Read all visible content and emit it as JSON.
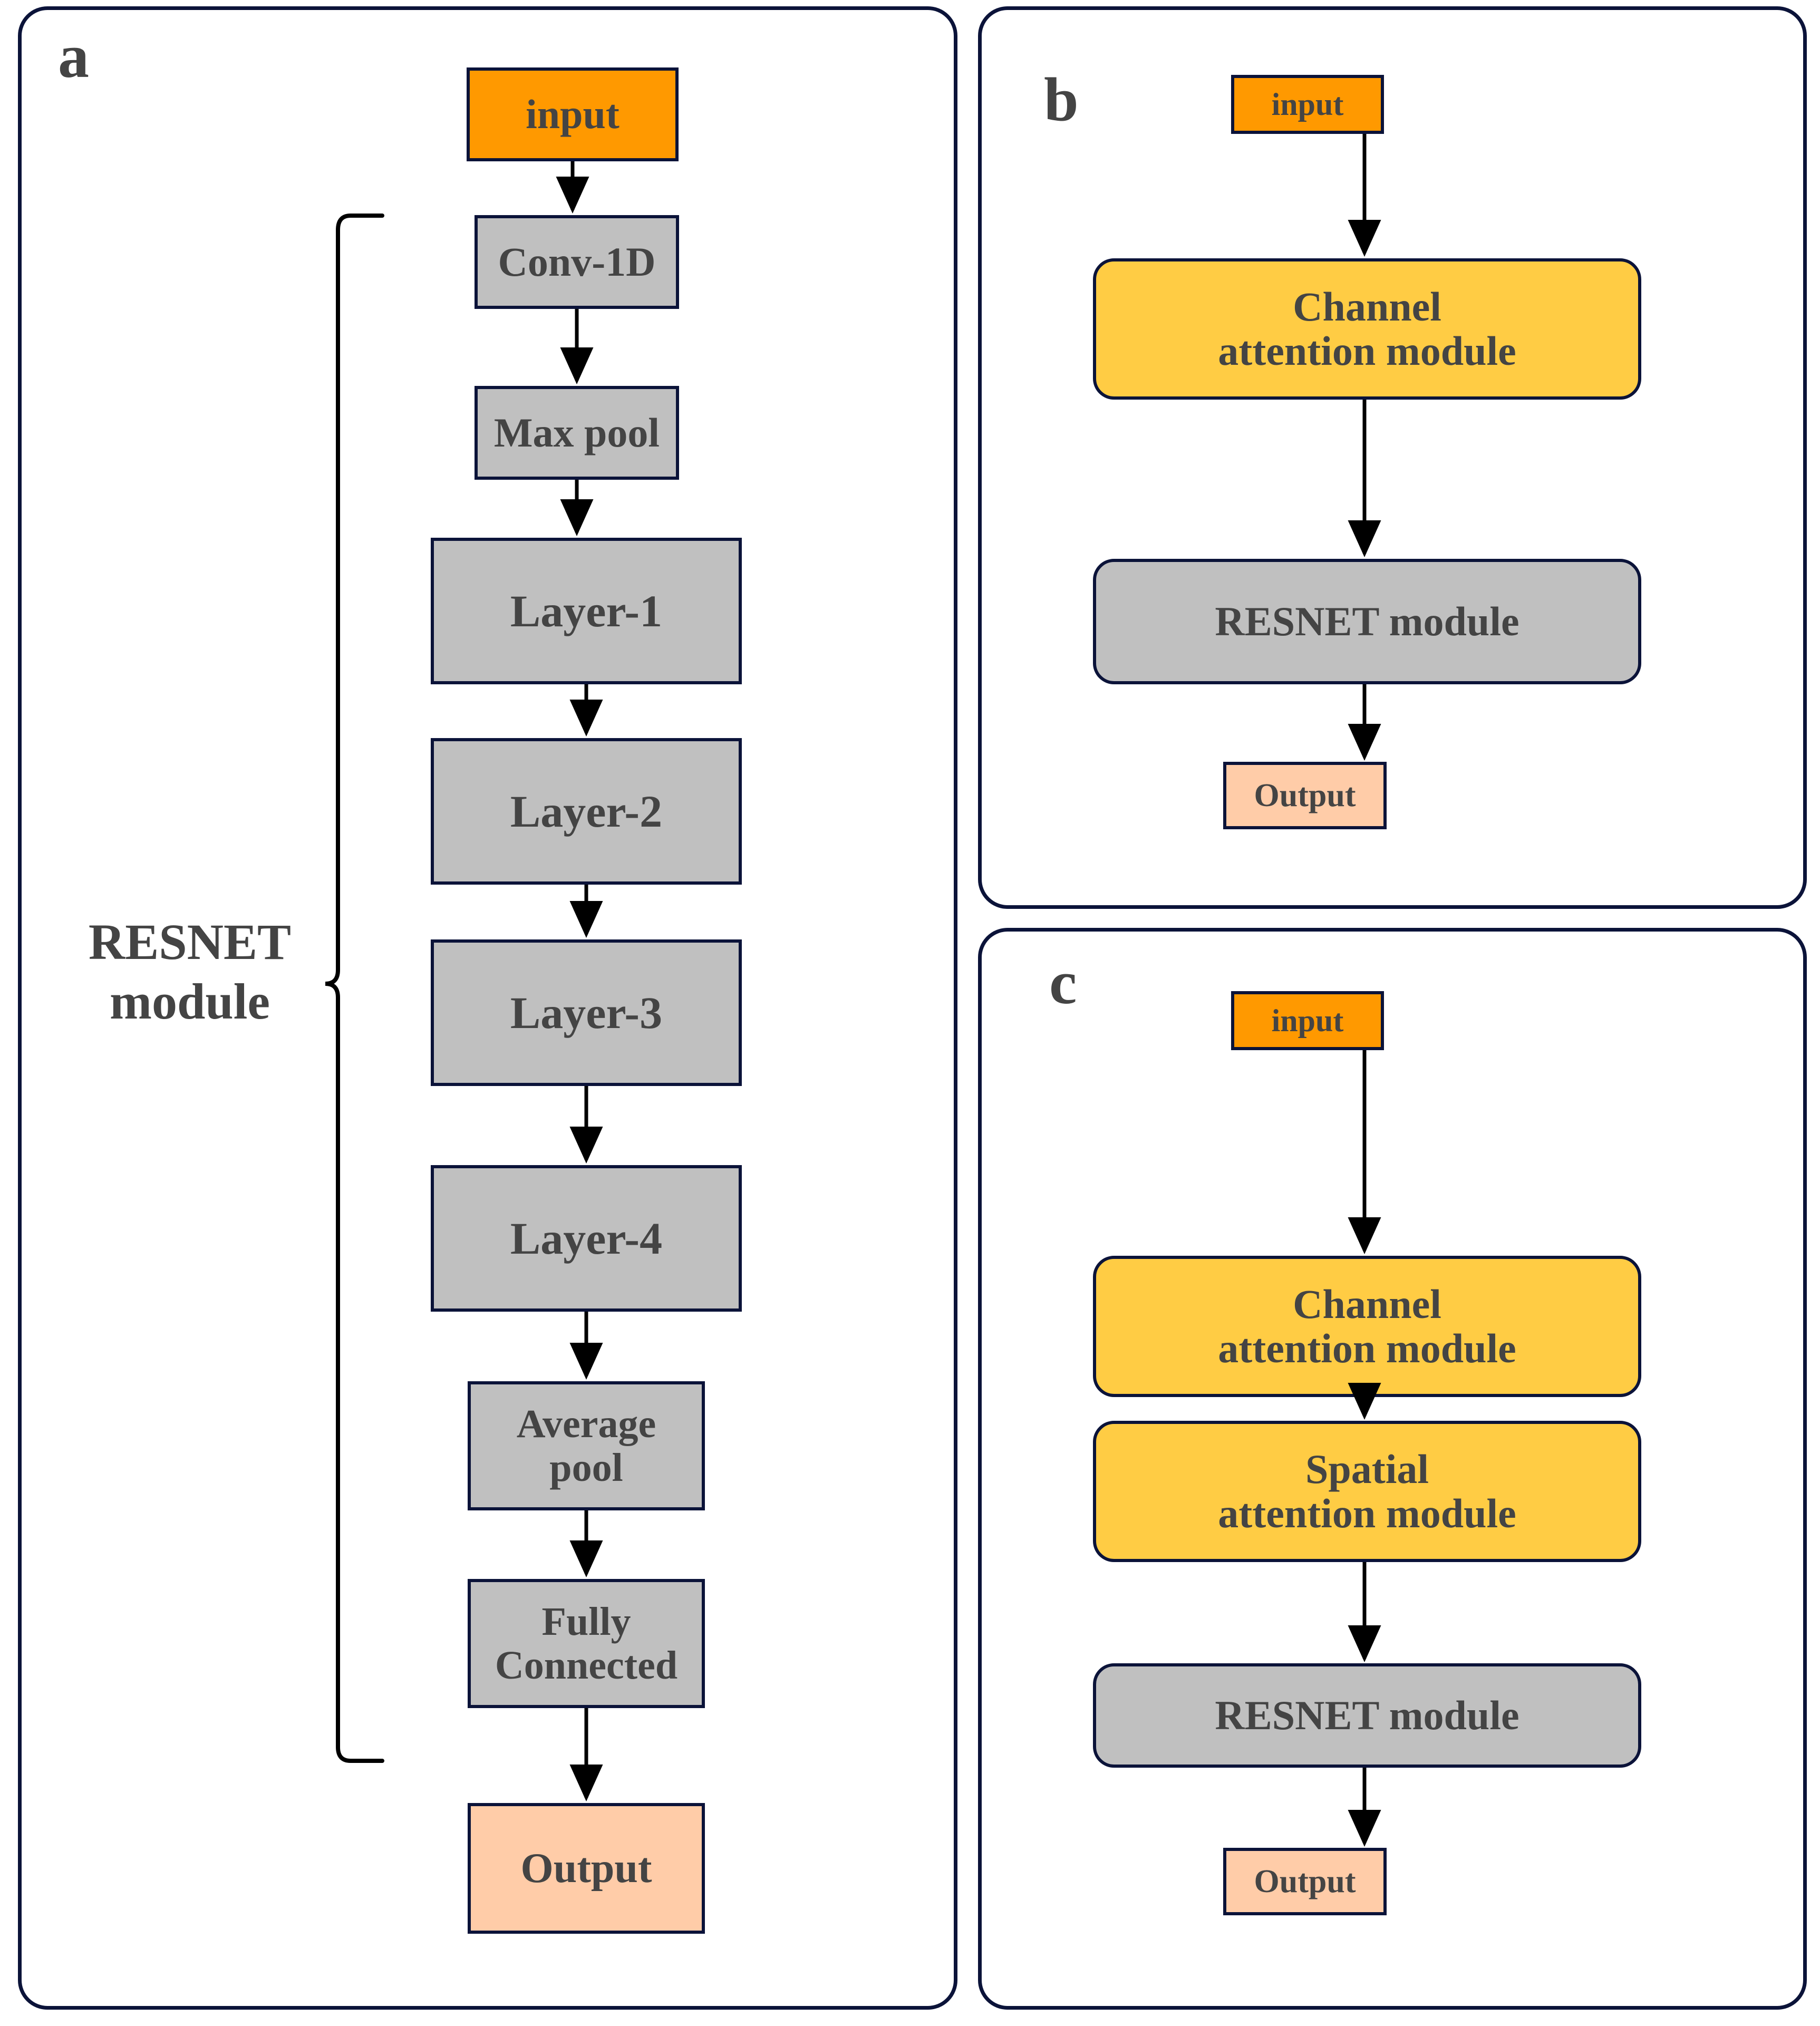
{
  "figure": {
    "type": "flowchart",
    "panels": [
      {
        "letter": "a",
        "name": "resnet-backbone-panel",
        "annotation": {
          "label_line1": "RESNET",
          "label_line2": "module"
        },
        "nodes": [
          {
            "id": "a-input",
            "label": "input",
            "style": "orange"
          },
          {
            "id": "a-conv1d",
            "label": "Conv-1D",
            "style": "gray"
          },
          {
            "id": "a-maxpool",
            "label": "Max pool",
            "style": "gray"
          },
          {
            "id": "a-layer1",
            "label": "Layer-1",
            "style": "gray"
          },
          {
            "id": "a-layer2",
            "label": "Layer-2",
            "style": "gray"
          },
          {
            "id": "a-layer3",
            "label": "Layer-3",
            "style": "gray"
          },
          {
            "id": "a-layer4",
            "label": "Layer-4",
            "style": "gray"
          },
          {
            "id": "a-avgpool",
            "label_line1": "Average",
            "label_line2": "pool",
            "style": "gray"
          },
          {
            "id": "a-fc",
            "label_line1": "Fully",
            "label_line2": "Connected",
            "style": "gray"
          },
          {
            "id": "a-output",
            "label": "Output",
            "style": "peach"
          }
        ],
        "edges": [
          [
            "a-input",
            "a-conv1d"
          ],
          [
            "a-conv1d",
            "a-maxpool"
          ],
          [
            "a-maxpool",
            "a-layer1"
          ],
          [
            "a-layer1",
            "a-layer2"
          ],
          [
            "a-layer2",
            "a-layer3"
          ],
          [
            "a-layer3",
            "a-layer4"
          ],
          [
            "a-layer4",
            "a-avgpool"
          ],
          [
            "a-avgpool",
            "a-fc"
          ],
          [
            "a-fc",
            "a-output"
          ]
        ]
      },
      {
        "letter": "b",
        "name": "channel-attention-resnet-panel",
        "nodes": [
          {
            "id": "b-input",
            "label": "input",
            "style": "orange"
          },
          {
            "id": "b-channel",
            "label_line1": "Channel",
            "label_line2": "attention module",
            "style": "yellow"
          },
          {
            "id": "b-resnet",
            "label": "RESNET module",
            "style": "gray"
          },
          {
            "id": "b-output",
            "label": "Output",
            "style": "peach"
          }
        ],
        "edges": [
          [
            "b-input",
            "b-channel"
          ],
          [
            "b-channel",
            "b-resnet"
          ],
          [
            "b-resnet",
            "b-output"
          ]
        ]
      },
      {
        "letter": "c",
        "name": "channel-spatial-attention-resnet-panel",
        "nodes": [
          {
            "id": "c-input",
            "label": "input",
            "style": "orange"
          },
          {
            "id": "c-channel",
            "label_line1": "Channel",
            "label_line2": "attention module",
            "style": "yellow"
          },
          {
            "id": "c-spatial",
            "label_line1": "Spatial",
            "label_line2": "attention module",
            "style": "yellow"
          },
          {
            "id": "c-resnet",
            "label": "RESNET module",
            "style": "gray"
          },
          {
            "id": "c-output",
            "label": "Output",
            "style": "peach"
          }
        ],
        "edges": [
          [
            "c-input",
            "c-channel"
          ],
          [
            "c-channel",
            "c-spatial"
          ],
          [
            "c-spatial",
            "c-resnet"
          ],
          [
            "c-resnet",
            "c-output"
          ]
        ]
      }
    ],
    "colors": {
      "input": "#ff9900",
      "layer_gray": "#c0c0c0",
      "output_peach": "#ffcca8",
      "attention_yellow": "#ffcc44",
      "border_navy": "#0b1339",
      "text": "#444444",
      "background": "#ffffff"
    }
  }
}
